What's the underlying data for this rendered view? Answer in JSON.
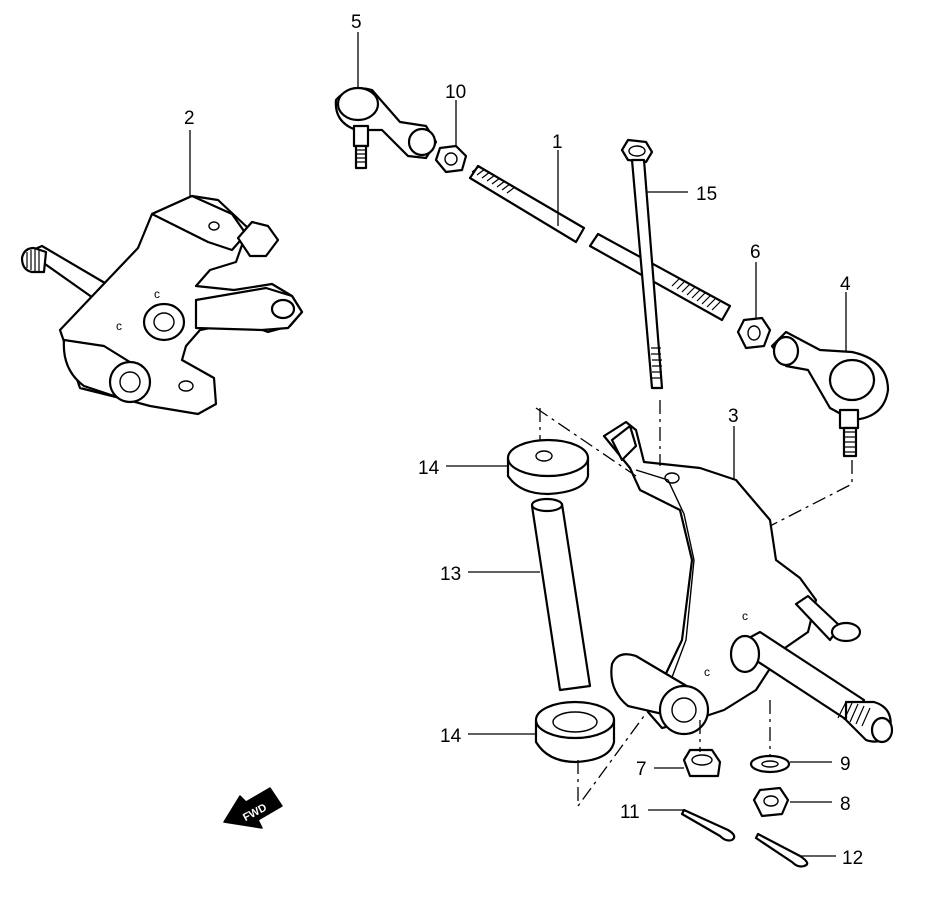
{
  "callouts": {
    "c1": "1",
    "c2": "2",
    "c3": "3",
    "c4": "4",
    "c5": "5",
    "c6": "6",
    "c7": "7",
    "c8": "8",
    "c9": "9",
    "c10": "10",
    "c11": "11",
    "c12": "12",
    "c13": "13",
    "c14a": "14",
    "c14b": "14",
    "c15": "15"
  },
  "fwd_label": "FWD",
  "colors": {
    "line": "#000000",
    "background": "#ffffff"
  }
}
